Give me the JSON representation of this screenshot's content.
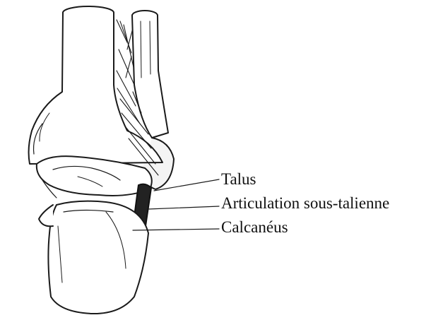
{
  "labels": {
    "talus": "Talus",
    "subtalar_joint": "Articulation sous-talienne",
    "calcaneus": "Calcanéus"
  }
}
